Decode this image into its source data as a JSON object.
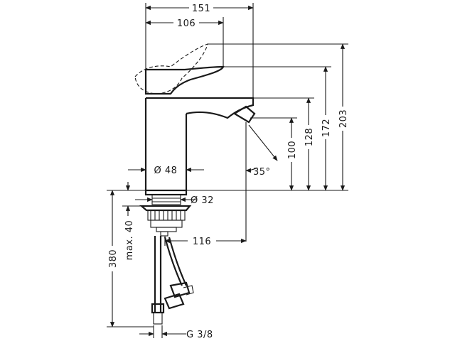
{
  "dimensions": {
    "width_151": "151",
    "width_106": "106",
    "height_203": "203",
    "height_172": "172",
    "height_128": "128",
    "height_100": "100",
    "angle_35": "35°",
    "diameter_48": "Ø 48",
    "diameter_32": "Ø 32",
    "reach_116": "116",
    "height_380": "380",
    "max_40": "max. 40",
    "thread_g38": "G 3/8"
  },
  "colors": {
    "line": "#1a1a1a",
    "background": "#ffffff"
  }
}
